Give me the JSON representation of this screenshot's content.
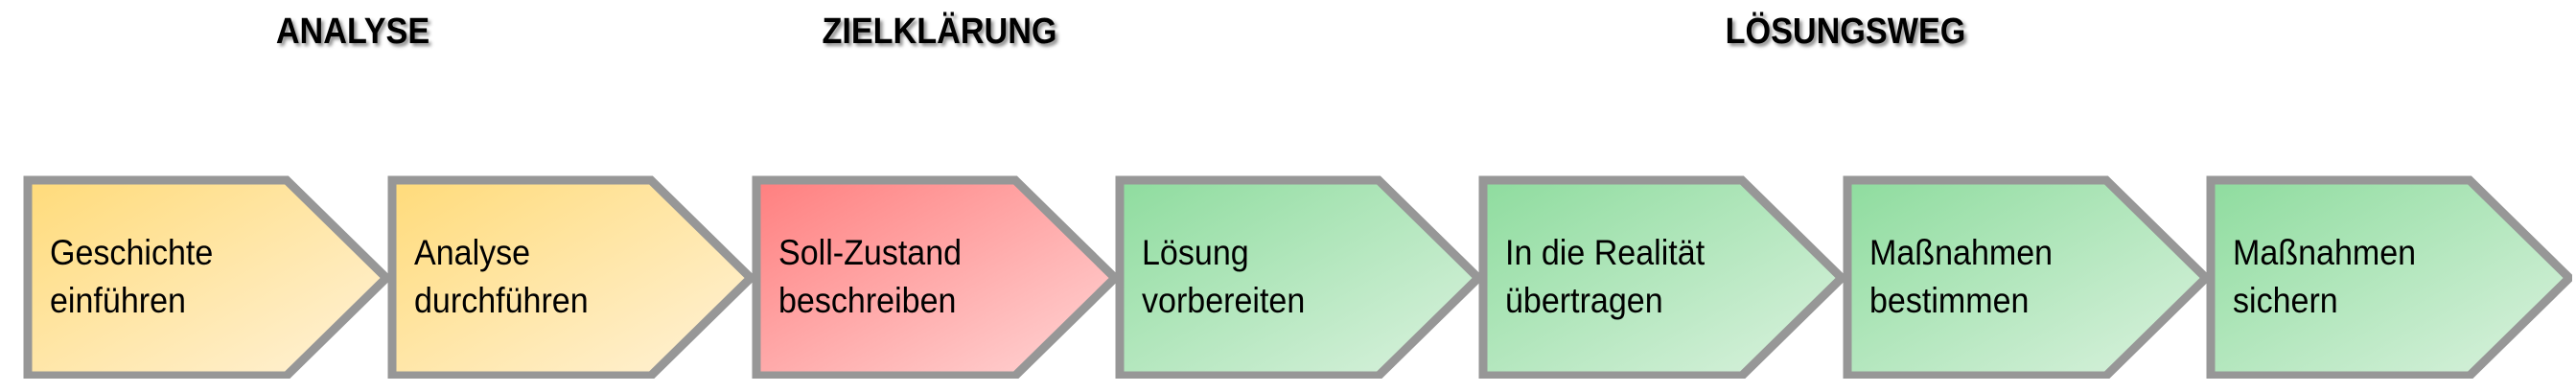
{
  "phases": [
    {
      "label": "ANALYSE"
    },
    {
      "label": "ZIELKLÄRUNG"
    },
    {
      "label": "LÖSUNGSWEG"
    }
  ],
  "steps": [
    {
      "line1": "Geschichte",
      "line2": "einführen",
      "phase": "ANALYSE",
      "color_from": "#FFDB7A",
      "color_to": "#FFF2D8"
    },
    {
      "line1": "Analyse",
      "line2": "durchführen",
      "phase": "ANALYSE",
      "color_from": "#FFDB7A",
      "color_to": "#FFF2D8"
    },
    {
      "line1": "Soll-Zustand",
      "line2": "beschreiben",
      "phase": "ZIELKLÄRUNG",
      "color_from": "#FF7F7F",
      "color_to": "#FFD6D6"
    },
    {
      "line1": "Lösung",
      "line2": "vorbereiten",
      "phase": "LÖSUNGSWEG",
      "color_from": "#8EDC9E",
      "color_to": "#DBF2DF"
    },
    {
      "line1": "In die Realität",
      "line2": "übertragen",
      "phase": "LÖSUNGSWEG",
      "color_from": "#8EDC9E",
      "color_to": "#DBF2DF"
    },
    {
      "line1": "Maßnahmen",
      "line2": "bestimmen",
      "phase": "LÖSUNGSWEG",
      "color_from": "#8EDC9E",
      "color_to": "#DBF2DF"
    },
    {
      "line1": "Maßnahmen",
      "line2": "sichern",
      "phase": "LÖSUNGSWEG",
      "color_from": "#8EDC9E",
      "color_to": "#DBF2DF"
    }
  ],
  "border_color": "#979797"
}
